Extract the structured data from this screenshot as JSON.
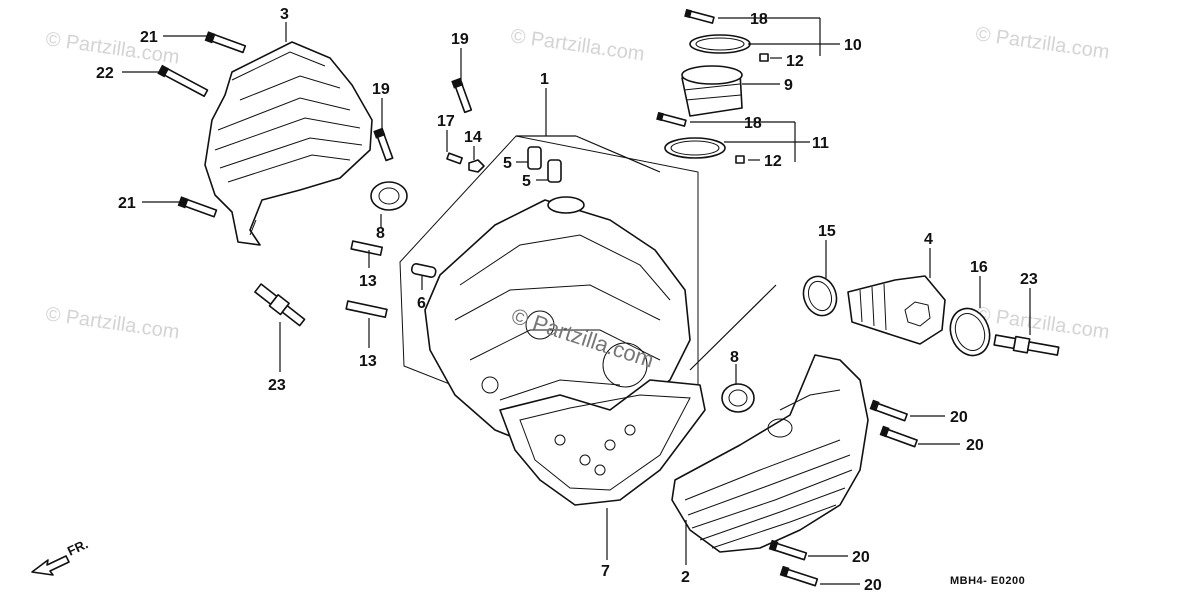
{
  "watermark": "© Partzilla.com",
  "center_watermark": "© Partzilla.com",
  "diagram_code": "MBH4- E0200",
  "front_label": "FR.",
  "callouts": {
    "c1": "1",
    "c2": "2",
    "c3": "3",
    "c4": "4",
    "c5a": "5",
    "c5b": "5",
    "c6": "6",
    "c7": "7",
    "c8a": "8",
    "c8b": "8",
    "c9": "9",
    "c10": "10",
    "c11": "11",
    "c12a": "12",
    "c12b": "12",
    "c13a": "13",
    "c13b": "13",
    "c14": "14",
    "c15": "15",
    "c16": "16",
    "c17": "17",
    "c18a": "18",
    "c18b": "18",
    "c19a": "19",
    "c19b": "19",
    "c20a": "20",
    "c20b": "20",
    "c20c": "20",
    "c20d": "20",
    "c21a": "21",
    "c21b": "21",
    "c22": "22",
    "c23a": "23",
    "c23b": "23"
  }
}
